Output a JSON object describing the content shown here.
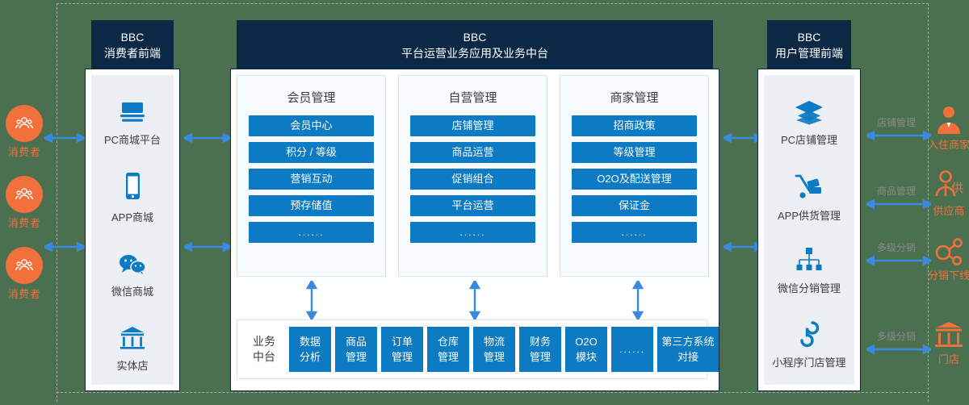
{
  "background_color": "#4a7050",
  "accent_blue": "#0d7ac4",
  "dark_navy": "#0b2844",
  "orange": "#f1703c",
  "consumers": [
    {
      "label": "消费者",
      "icon": "consumer-group-icon"
    },
    {
      "label": "消费者",
      "icon": "consumer-group-icon"
    },
    {
      "label": "消费者",
      "icon": "consumer-group-icon"
    }
  ],
  "left_panel": {
    "header_en": "BBC",
    "header_cn": "消费者前端",
    "items": [
      {
        "label": "PC商城平台",
        "icon": "monitor-icon"
      },
      {
        "label": "APP商城",
        "icon": "phone-icon"
      },
      {
        "label": "微信商城",
        "icon": "wechat-icon"
      },
      {
        "label": "实体店",
        "icon": "store-icon"
      }
    ]
  },
  "center_panel": {
    "header_en": "BBC",
    "header_cn": "平台运营业务应用及业务中台",
    "cards": [
      {
        "title": "会员管理",
        "buttons": [
          "会员中心",
          "积分 / 等级",
          "营销互动",
          "预存储值",
          "......"
        ]
      },
      {
        "title": "自营管理",
        "buttons": [
          "店铺管理",
          "商品运营",
          "促销组合",
          "平台运营",
          "......"
        ]
      },
      {
        "title": "商家管理",
        "buttons": [
          "招商政策",
          "等级管理",
          "O2O及配送管理",
          "保证金",
          "......"
        ]
      }
    ],
    "middle_platform": {
      "label_line1": "业务",
      "label_line2": "中台",
      "tiles": [
        {
          "line1": "数据",
          "line2": "分析",
          "wide": false
        },
        {
          "line1": "商品",
          "line2": "管理",
          "wide": false
        },
        {
          "line1": "订单",
          "line2": "管理",
          "wide": false
        },
        {
          "line1": "仓库",
          "line2": "管理",
          "wide": false
        },
        {
          "line1": "物流",
          "line2": "管理",
          "wide": false
        },
        {
          "line1": "财务",
          "line2": "管理",
          "wide": false
        },
        {
          "line1": "O2O",
          "line2": "模块",
          "wide": false
        },
        {
          "line1": "......",
          "line2": "",
          "wide": false
        },
        {
          "line1": "第三方系统",
          "line2": "对接",
          "wide": true
        }
      ]
    }
  },
  "right_panel": {
    "header_en": "BBC",
    "header_cn": "用户管理前端",
    "items": [
      {
        "label": "PC店铺管理",
        "icon": "layers-icon"
      },
      {
        "label": "APP供货管理",
        "icon": "cart-trolley-icon"
      },
      {
        "label": "微信分销管理",
        "icon": "org-tree-icon"
      },
      {
        "label": "小程序门店管理",
        "icon": "miniprogram-icon"
      }
    ]
  },
  "relations": [
    {
      "label": "店铺管理"
    },
    {
      "label": "商品管理"
    },
    {
      "label": "多级分销"
    },
    {
      "label": "多级分销"
    }
  ],
  "roles": [
    {
      "label": "入住商家",
      "icon": "merchant-person-icon"
    },
    {
      "label": "供应商",
      "icon": "supplier-icon"
    },
    {
      "label": "分销下线",
      "icon": "share-network-icon"
    },
    {
      "label": "门店",
      "icon": "shop-front-icon"
    }
  ]
}
